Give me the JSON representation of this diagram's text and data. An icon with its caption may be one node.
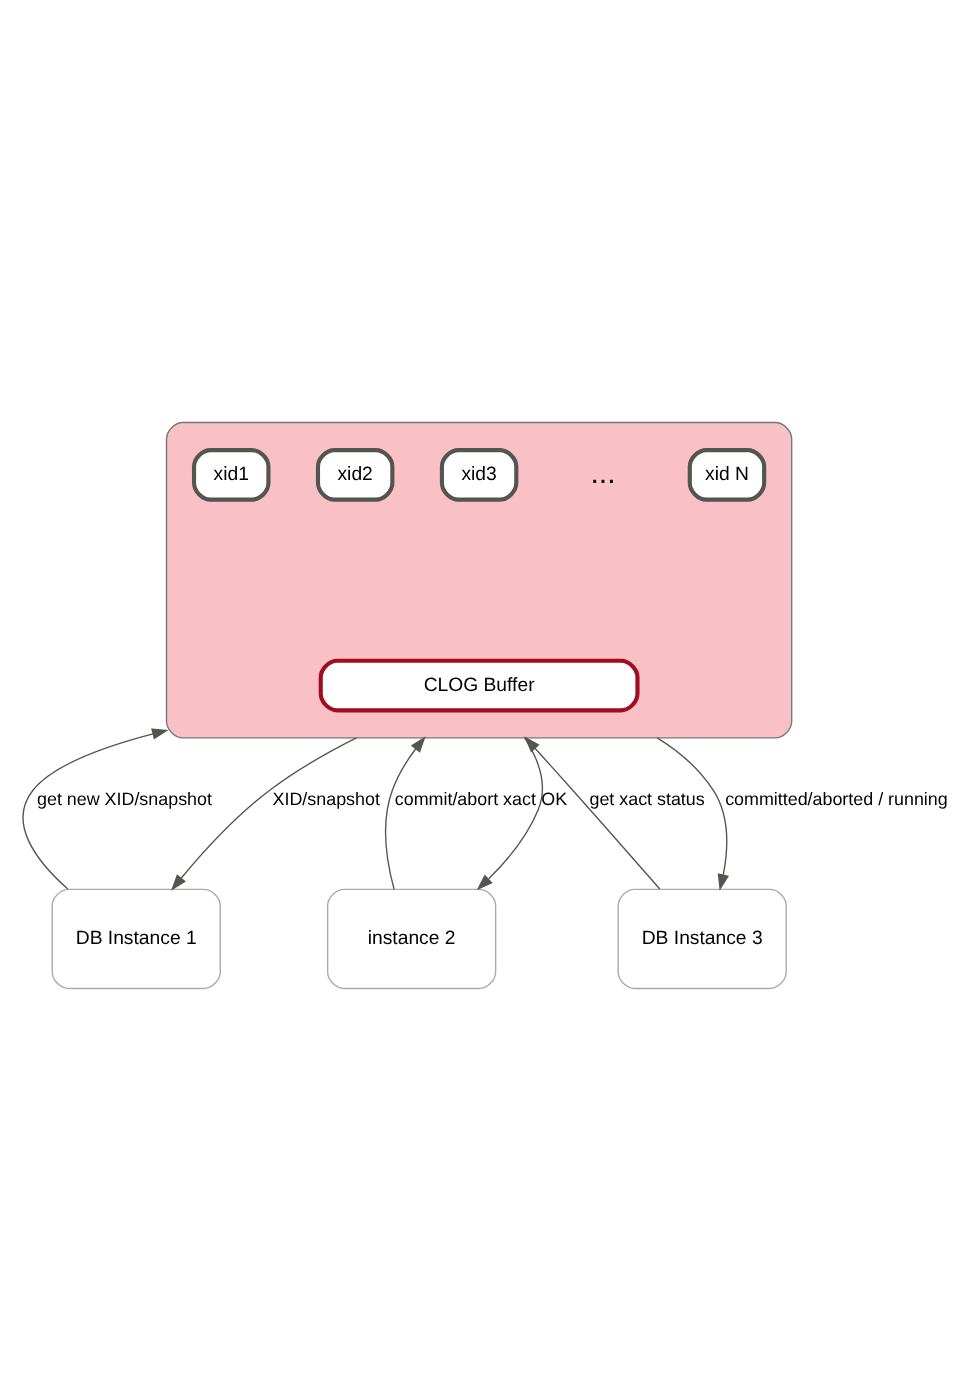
{
  "diagram": {
    "nodes": [
      {
        "text": [],
        "shape": "box"
      },
      {
        "text": [
          "xid1"
        ],
        "in": 0
      },
      {
        "text": [
          "xid2"
        ],
        "in": 0
      },
      {
        "text": [
          "xid3"
        ],
        "in": 0
      },
      {
        "text": [
          "xid N"
        ],
        "in": 0
      },
      {
        "text": [
          "CLOG Buffer"
        ],
        "in": 0
      },
      {
        "text": [
          "DB Instance 1"
        ]
      },
      {
        "text": [
          "instance 2"
        ]
      },
      {
        "text": [
          "DB Instance 3"
        ]
      }
    ],
    "edges": [
      {
        "from": 6,
        "to": 0,
        "arrow": "to",
        "label": "get new XID/snapshot"
      },
      {
        "from": 0,
        "to": 6,
        "arrow": "to",
        "label": "XID/snapshot"
      },
      {
        "from": 7,
        "to": 0,
        "arrow": "to",
        "label": "commit/abort xact"
      },
      {
        "from": 0,
        "to": 7,
        "arrow": "to",
        "label": "OK"
      },
      {
        "from": 8,
        "to": 0,
        "arrow": "to",
        "label": "get xact status"
      },
      {
        "from": 0,
        "to": 8,
        "arrow": "to",
        "label": "committed/aborted / running"
      }
    ],
    "labels": [
      "..."
    ]
  }
}
